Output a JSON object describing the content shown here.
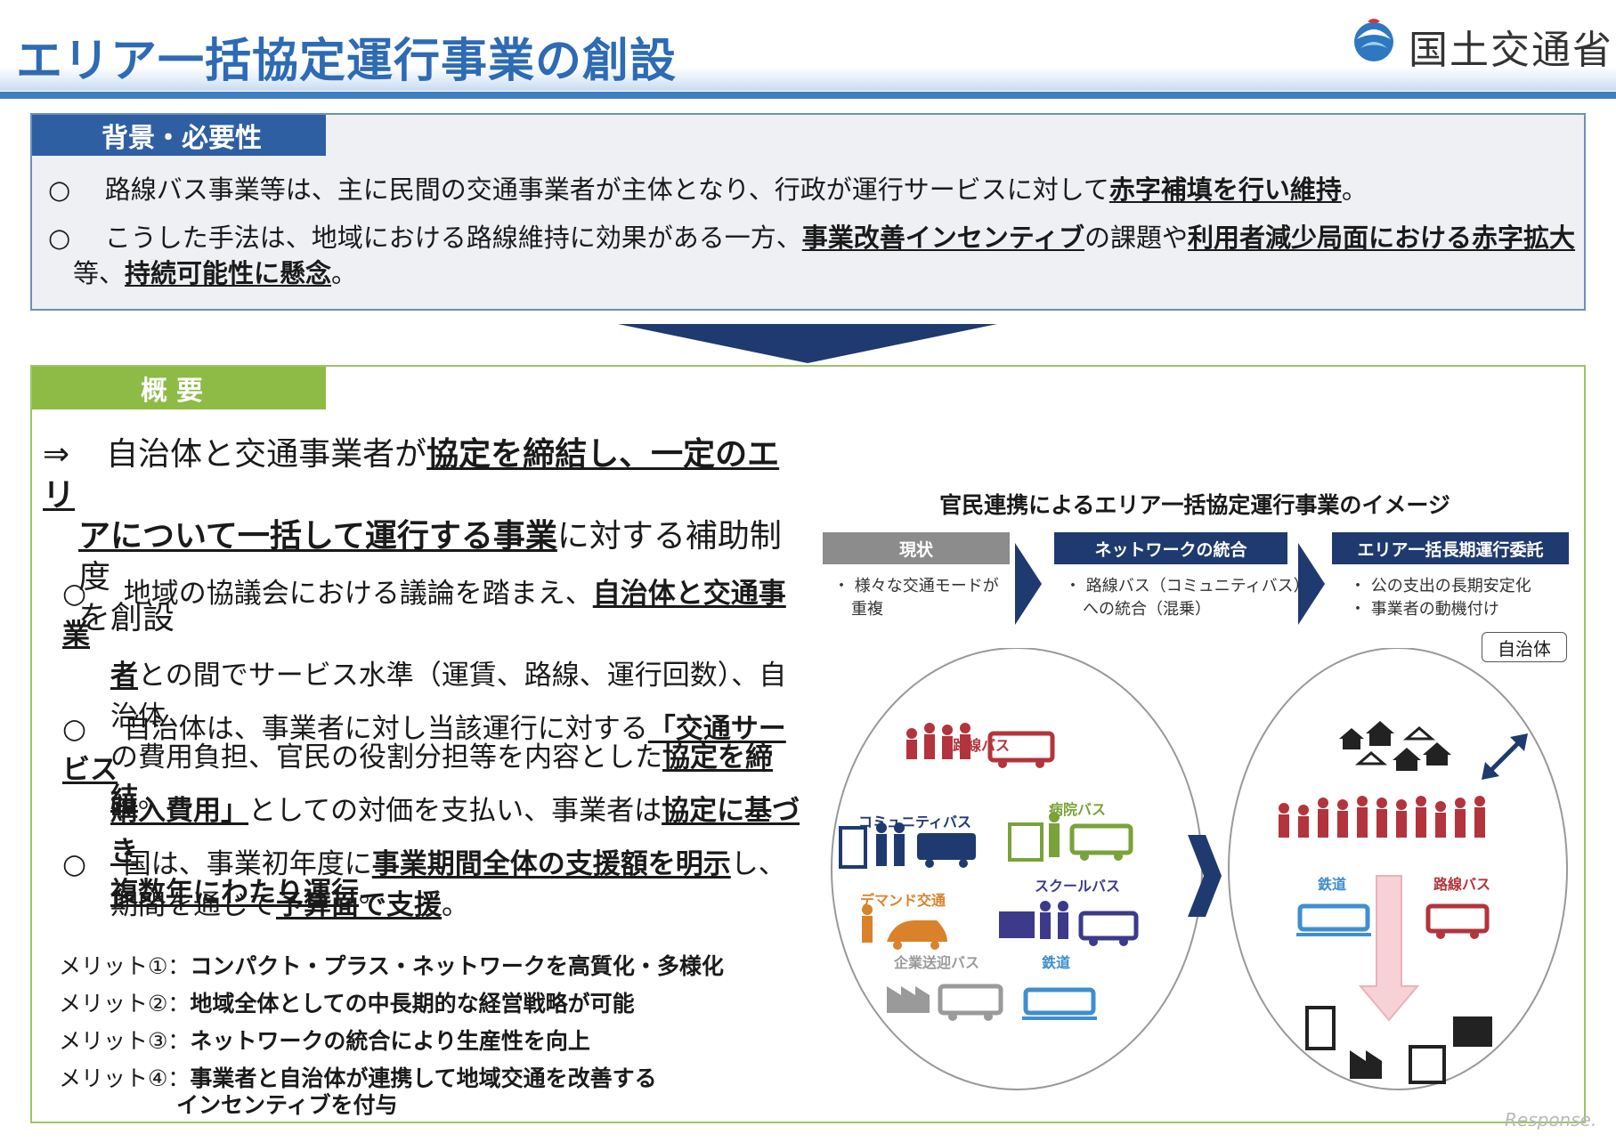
{
  "header": {
    "title": "エリア一括協定運行事業の創設",
    "ministry": "国土交通省"
  },
  "background": {
    "heading": "背景・必要性",
    "p1": {
      "bullet": "○",
      "text": "路線バス事業等は、主に民間の交通事業者が主体となり、行政が運行サービスに対して",
      "em": "赤字補填を行い維持",
      "end": "。"
    },
    "p2": {
      "bullet": "○",
      "text1": "こうした手法は、地域における路線維持に効果がある一方、",
      "em1": "事業改善インセンティブ",
      "text2": "の課題や",
      "em2": "利用者減少局面における赤字拡大",
      "text3": "等、",
      "em3": "持続可能性に懸念",
      "end": "。"
    }
  },
  "overview": {
    "heading": "概要",
    "lead": {
      "arrow": "⇒",
      "text1": "自治体と交通事業者が",
      "em1a": "協定を締結し、一定のエリ",
      "em1b": "アについて一括して運行する事業",
      "text2": "に対する補助制度",
      "text3": "を創設"
    },
    "para1": {
      "bullet": "○",
      "text1": "地域の協議会における議論を踏まえ、",
      "em1a": "自治体と交通事業",
      "em1b": "者",
      "text2": "との間でサービス水準（運賃、路線、運行回数）、自治体",
      "text3": "の費用負担、官民の役割分担等を内容とした",
      "em2": "協定を締結",
      "end": "。"
    },
    "para2": {
      "bullet": "○",
      "text1": "自治体は、事業者に対し当該運行に対する",
      "em1a": "「交通サービス",
      "em1b": "購入費用」",
      "text2": "としての対価を支払い、事業者は",
      "em2": "協定に基づき",
      "em3": "複数年にわたり運行",
      "end": "。"
    },
    "para3": {
      "bullet": "○",
      "text1": "国は、事業初年度に",
      "em1": "事業期間全体の支援額を明示",
      "text2": "し、",
      "text3": "期間を通じて",
      "em2": "予算面で支援",
      "end": "。"
    },
    "merits": [
      {
        "label": "メリット①：",
        "text": "コンパクト・プラス・ネットワークを高質化・多様化"
      },
      {
        "label": "メリット②：",
        "text": "地域全体としての中長期的な経営戦略が可能"
      },
      {
        "label": "メリット③：",
        "text": "ネットワークの統合により生産性を向上"
      },
      {
        "label": "メリット④：",
        "text": "事業者と自治体が連携して地域交通を改善する",
        "text2": "インセンティブを付与"
      }
    ]
  },
  "diagram": {
    "title": "官民連携によるエリア一括協定運行事業のイメージ",
    "stages": [
      {
        "label": "現状",
        "bullets": [
          "・ 様々な交通モードが",
          "重複"
        ],
        "color": "#8c8c8c"
      },
      {
        "label": "ネットワークの統合",
        "bullets": [
          "・ 路線バス（コミュニティバス）",
          "への統合（混乗）"
        ],
        "color": "#1f3a6e"
      },
      {
        "label": "エリア一括長期運行委託",
        "bullets": [
          "・ 公の支出の長期安定化",
          "・ 事業者の動機付け"
        ],
        "color": "#1f3a6e"
      }
    ],
    "left_modes": {
      "route_bus": "路線バス",
      "community_bus": "コミュニティバス",
      "hospital_bus": "病院バス",
      "demand": "デマンド交通",
      "school_bus": "スクールバス",
      "company_bus": "企業送迎バス",
      "railway": "鉄道"
    },
    "right_modes": {
      "railway": "鉄道",
      "route_bus": "路線バス"
    },
    "jichitai": "自治体",
    "colors": {
      "route_bus": "#b3343c",
      "community_bus": "#1f3a6e",
      "hospital_bus": "#7aa23a",
      "demand": "#d9822b",
      "school_bus": "#3d3a8c",
      "company_bus": "#9a9a9a",
      "railway": "#3f8fcf"
    }
  },
  "watermark": "Response."
}
